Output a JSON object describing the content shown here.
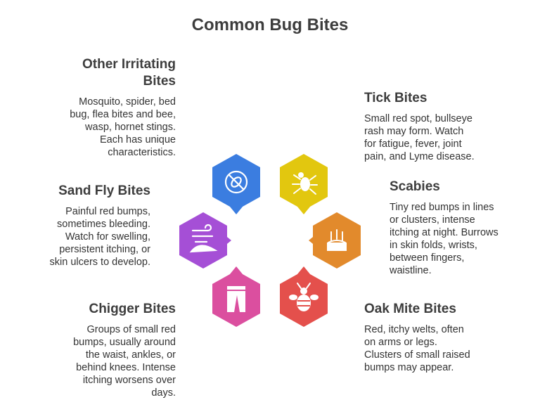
{
  "title": "Common Bug Bites",
  "items": [
    {
      "key": "other",
      "heading": "Other Irritating\nBites",
      "text": "Mosquito, spider, bed\nbug, flea bites and bee,\nwasp, hornet stings.\nEach has unique\ncharacteristics.",
      "color": "#3b7de0",
      "icon": "no-bug-icon"
    },
    {
      "key": "tick",
      "heading": "Tick Bites",
      "text": "Small red spot, bullseye\nrash may form. Watch\nfor fatigue, fever, joint\npain, and Lyme disease.",
      "color": "#e2c70f",
      "icon": "tick-icon"
    },
    {
      "key": "sandfly",
      "heading": "Sand Fly Bites",
      "text": "Painful red bumps,\nsometimes bleeding.\nWatch for swelling,\npersistent itching, or\nskin ulcers to develop.",
      "color": "#a54fd6",
      "icon": "sand-wind-icon"
    },
    {
      "key": "scabies",
      "heading": "Scabies",
      "text": "Tiny red bumps in lines\nor clusters, intense\nitching at night. Burrows\nin skin folds, wrists,\nbetween fingers,\nwaistline.",
      "color": "#e28a2c",
      "icon": "skin-icon"
    },
    {
      "key": "chigger",
      "heading": "Chigger Bites",
      "text": "Groups of small red\nbumps, usually around\nthe waist, ankles, or\nbehind knees. Intense\nitching worsens over\ndays.",
      "color": "#db4f9f",
      "icon": "pants-icon"
    },
    {
      "key": "oakmite",
      "heading": "Oak Mite Bites",
      "text": "Red, itchy welts, often\non arms or legs.\nClusters of small raised\nbumps may appear.",
      "color": "#e4504c",
      "icon": "bee-icon"
    }
  ]
}
